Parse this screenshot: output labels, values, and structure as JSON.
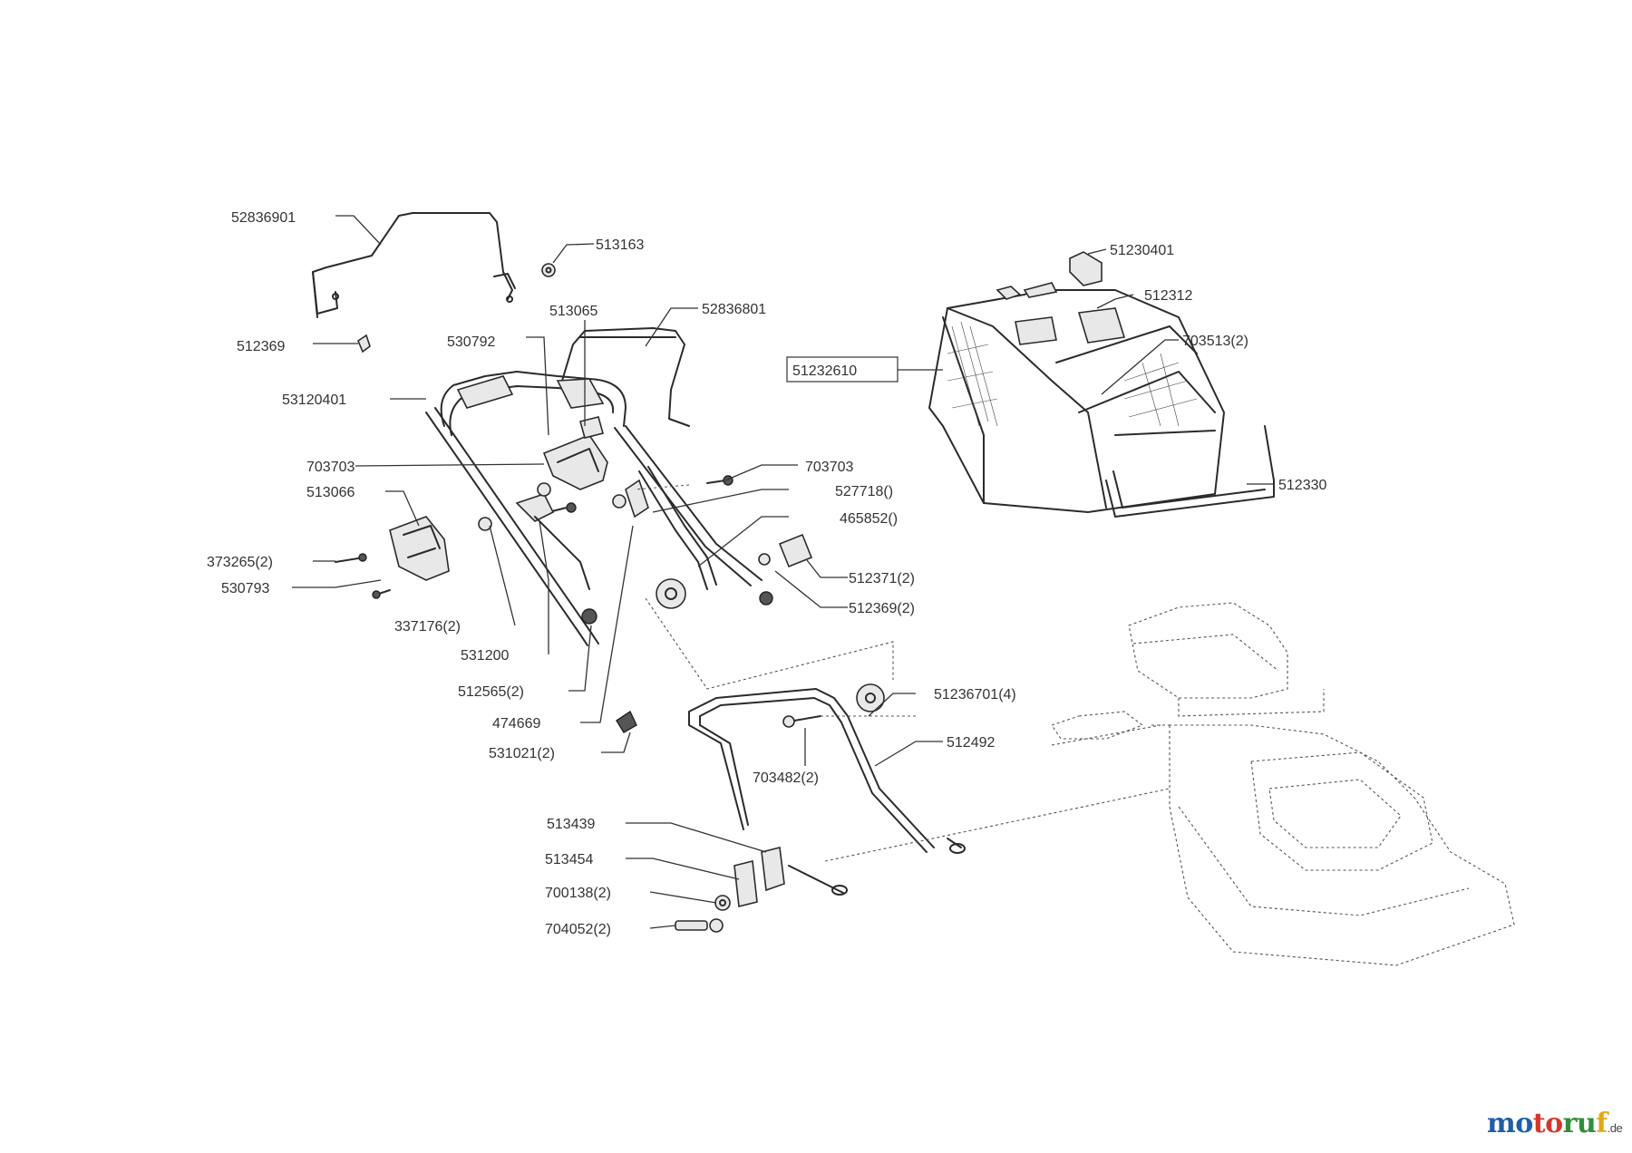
{
  "labels": {
    "p52836901": "52836901",
    "p513163": "513163",
    "p51230401": "51230401",
    "p512312": "512312",
    "p513065": "513065",
    "p52836801": "52836801",
    "p512369": "512369",
    "p530792": "530792",
    "p703513": "703513(2)",
    "p51232610": "51232610",
    "p53120401": "53120401",
    "p703703a": "703703",
    "p703703b": "703703",
    "p527718": "527718()",
    "p512330": "512330",
    "p513066": "513066",
    "p465852": "465852()",
    "p373265": "373265(2)",
    "p530793": "530793",
    "p512371": "512371(2)",
    "p512369b": "512369(2)",
    "p337176": "337176(2)",
    "p531200": "531200",
    "p512565": "512565(2)",
    "p51236701": "51236701(4)",
    "p474669": "474669",
    "p512492": "512492",
    "p531021": "531021(2)",
    "p703482": "703482(2)",
    "p513439": "513439",
    "p513454": "513454",
    "p700138": "700138(2)",
    "p704052": "704052(2)"
  },
  "brand": {
    "m1": "mo",
    "m2": "to",
    "m3": "ru",
    "m4": "f",
    "suffix": ".de"
  }
}
